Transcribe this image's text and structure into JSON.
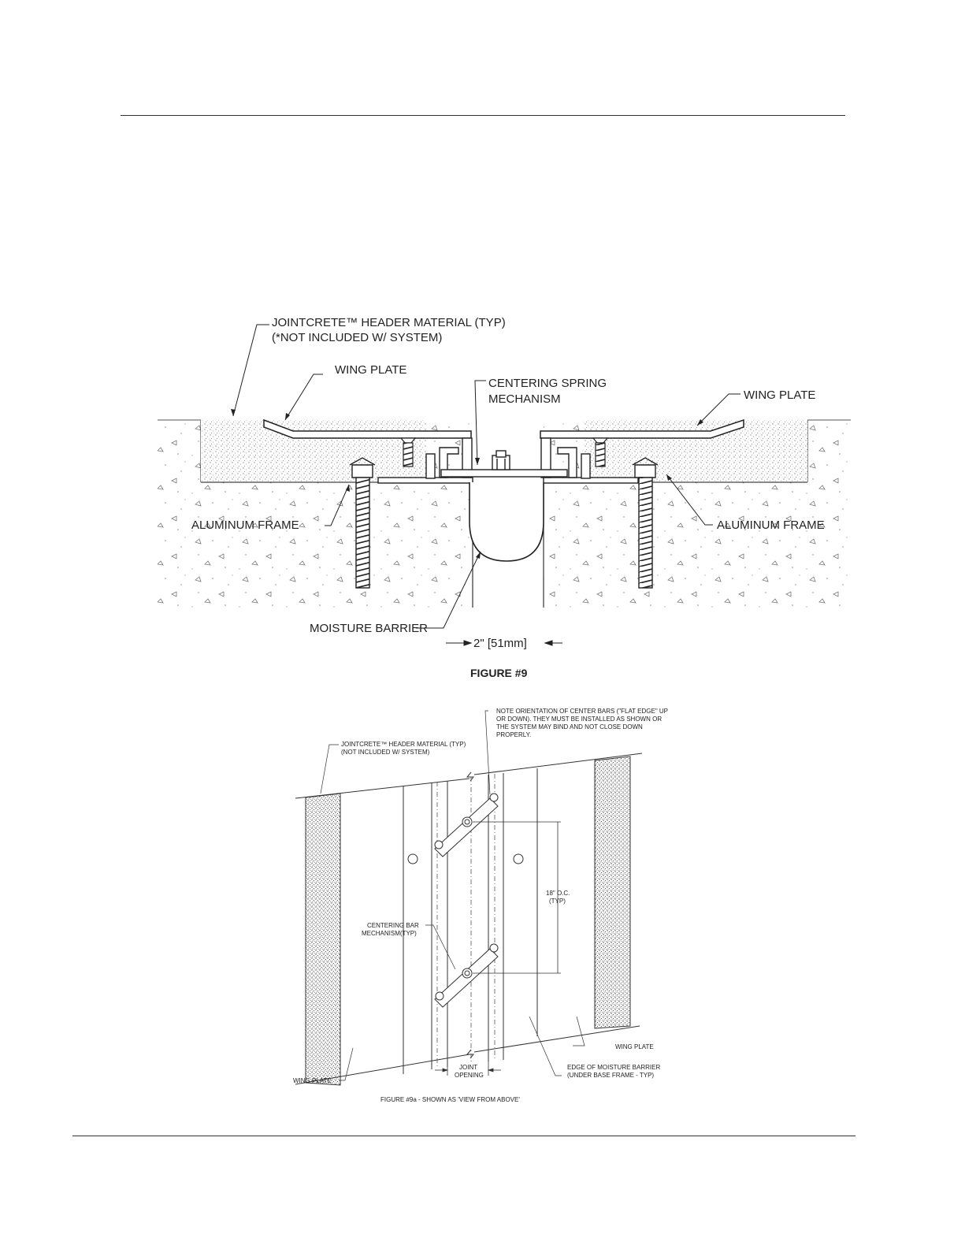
{
  "figure9": {
    "caption": "FIGURE #9",
    "labels": {
      "header_material_1": "JOINTCRETE™ HEADER MATERIAL (TYP)",
      "header_material_2": "(*NOT INCLUDED W/ SYSTEM)",
      "wing_plate_left": "WING PLATE",
      "centering_spring_1": "CENTERING SPRING",
      "centering_spring_2": "MECHANISM",
      "wing_plate_right": "WING PLATE",
      "aluminum_frame_left": "ALUMINUM FRAME",
      "aluminum_frame_right": "ALUMINUM FRAME",
      "moisture_barrier": "MOISTURE BARRIER",
      "dimension": "2\" [51mm]"
    }
  },
  "figure9a": {
    "caption": "FIGURE #9a - SHOWN AS 'VIEW FROM ABOVE'",
    "labels": {
      "note_1": "NOTE ORIENTATION OF CENTER BARS (\"FLAT EDGE\" UP",
      "note_2": "OR DOWN). THEY MUST BE INSTALLED AS SHOWN OR",
      "note_3": "THE SYSTEM MAY BIND AND NOT CLOSE DOWN",
      "note_4": "PROPERLY.",
      "header_1": "JOINTCRETE™ HEADER MATERIAL (TYP)",
      "header_2": "(NOT INCLUDED W/ SYSTEM)",
      "spacing_1": "18\" O.C.",
      "spacing_2": "(TYP)",
      "centering_bar_1": "CENTERING BAR",
      "centering_bar_2": "MECHANISM(TYP)",
      "wing_plate_right": "WING PLATE",
      "wing_plate_left": "WING PLATE",
      "joint_opening_1": "JOINT",
      "joint_opening_2": "OPENING",
      "edge_barrier_1": "EDGE OF MOISTURE BARRIER",
      "edge_barrier_2": "(UNDER BASE FRAME - TYP)"
    }
  }
}
